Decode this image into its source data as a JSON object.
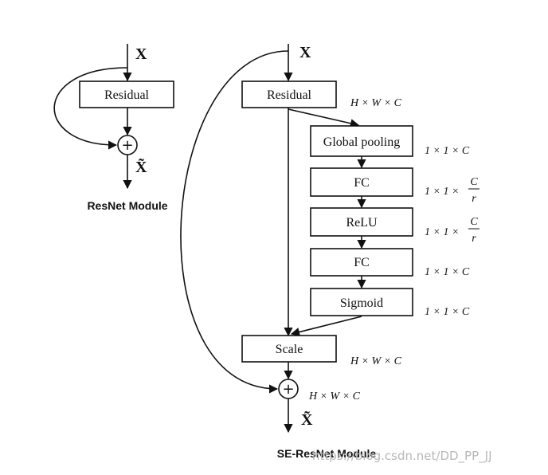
{
  "resnet": {
    "input_label": "X",
    "residual_label": "Residual",
    "plus_symbol": "+",
    "output_label": "X̃",
    "caption": "ResNet Module"
  },
  "se_resnet": {
    "input_label": "X",
    "residual_label": "Residual",
    "residual_dim": "H × W × C",
    "blocks": [
      {
        "label": "Global pooling",
        "dim_prefix": "1 × 1 × C",
        "dim_frac": false
      },
      {
        "label": "FC",
        "dim_prefix": "1 × 1 ×",
        "dim_frac": true
      },
      {
        "label": "ReLU",
        "dim_prefix": "1 × 1 ×",
        "dim_frac": true
      },
      {
        "label": "FC",
        "dim_prefix": "1 × 1 × C",
        "dim_frac": false
      },
      {
        "label": "Sigmoid",
        "dim_prefix": "1 × 1 × C",
        "dim_frac": false
      }
    ],
    "frac_num": "C",
    "frac_den": "r",
    "scale_label": "Scale",
    "scale_dim": "H × W × C",
    "plus_symbol": "+",
    "sum_dim": "H × W × C",
    "output_label": "X̃",
    "caption": "SE-ResNet Module"
  },
  "watermark": "https://blog.csdn.net/DD_PP_JJ",
  "colors": {
    "stroke": "#111111",
    "background": "#ffffff",
    "watermark": "#b8b8b8"
  }
}
